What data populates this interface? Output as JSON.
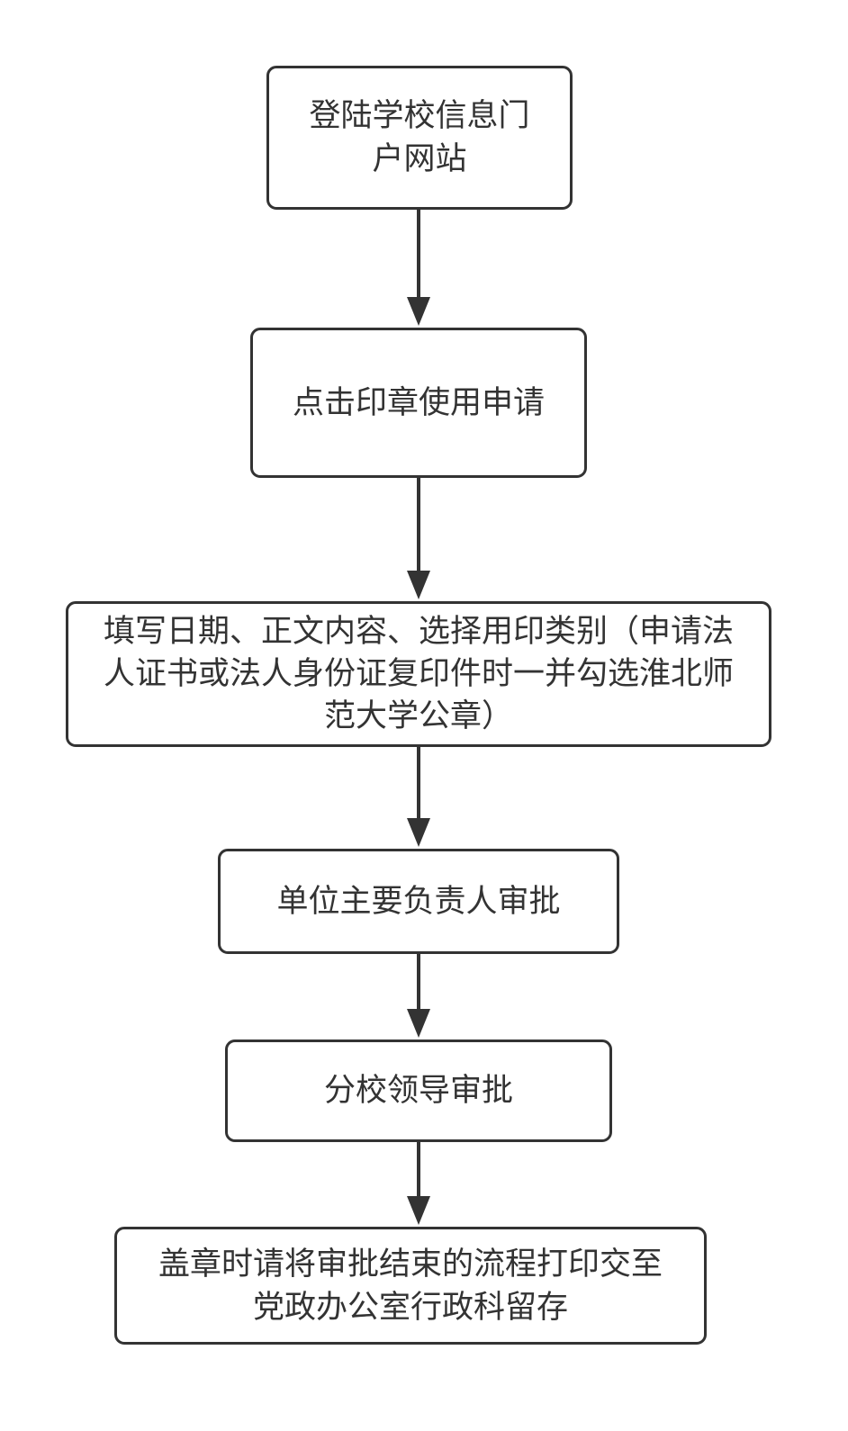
{
  "flowchart": {
    "steps": [
      {
        "text": "登陆学校信息门户网站"
      },
      {
        "text": "点击印章使用申请"
      },
      {
        "text": "填写日期、正文内容、选择用印类别（申请法人证书或法人身份证复印件时一并勾选淮北师范大学公章）"
      },
      {
        "text": "单位主要负责人审批"
      },
      {
        "text": "分校领导审批"
      },
      {
        "text": "盖章时请将审批结束的流程打印交至党政办公室行政科留存"
      }
    ]
  },
  "colors": {
    "stroke": "#333333",
    "fill": "#ffffff",
    "text": "#333333"
  }
}
